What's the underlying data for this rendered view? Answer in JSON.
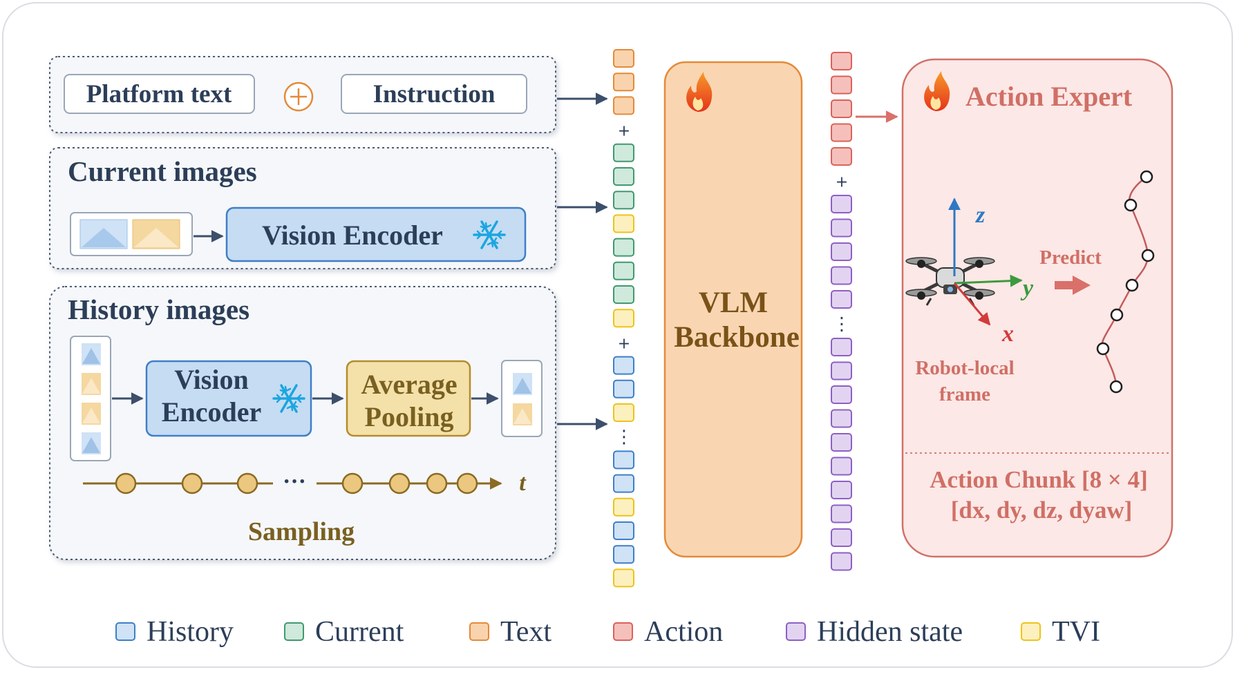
{
  "input": {
    "platform_text": "Platform text",
    "instruction": "Instruction",
    "current_images_title": "Current images",
    "history_images_title": "History images",
    "vision_encoder": "Vision Encoder",
    "vision_encoder_line1": "Vision",
    "vision_encoder_line2": "Encoder",
    "average_line1": "Average",
    "average_line2": "Pooling",
    "sampling": "Sampling",
    "timeline_axis": "t",
    "timeline_ellipsis": "···"
  },
  "tokens": {
    "plus": "+",
    "dots": "⋮",
    "input_column": [
      "text",
      "text",
      "text",
      "plus",
      "current",
      "current",
      "current",
      "tvi",
      "current",
      "current",
      "current",
      "tvi",
      "plus",
      "history",
      "history",
      "tvi",
      "dots",
      "history",
      "history",
      "tvi",
      "history",
      "history",
      "tvi"
    ],
    "output_column": [
      "action",
      "action",
      "action",
      "action",
      "action",
      "plus",
      "hidden",
      "hidden",
      "hidden",
      "hidden",
      "hidden",
      "dots",
      "hidden",
      "hidden",
      "hidden",
      "hidden",
      "hidden",
      "hidden",
      "hidden",
      "hidden",
      "hidden",
      "hidden"
    ]
  },
  "backbone": {
    "line1": "VLM",
    "line2": "Backbone"
  },
  "expert": {
    "title": "Action Expert",
    "axis_x": "x",
    "axis_y": "y",
    "axis_z": "z",
    "predict": "Predict",
    "frame_line1": "Robot-local",
    "frame_line2": "frame",
    "chunk_line1": "Action Chunk [8 × 4]",
    "chunk_line2": "[dx, dy, dz, dyaw]"
  },
  "legend": [
    {
      "key": "history",
      "label": "History"
    },
    {
      "key": "current",
      "label": "Current"
    },
    {
      "key": "text",
      "label": "Text"
    },
    {
      "key": "action",
      "label": "Action"
    },
    {
      "key": "hidden",
      "label": "Hidden state"
    },
    {
      "key": "tvi",
      "label": "TVI"
    }
  ],
  "colors": {
    "history": {
      "fill": "#cfe2f6",
      "stroke": "#3f7fc6"
    },
    "current": {
      "fill": "#cfe9dc",
      "stroke": "#3f9a6e"
    },
    "text": {
      "fill": "#f8d3ad",
      "stroke": "#e48a3a"
    },
    "action": {
      "fill": "#f5c0bb",
      "stroke": "#d9625a"
    },
    "hidden": {
      "fill": "#e2d4f1",
      "stroke": "#8e5fc4"
    },
    "tvi": {
      "fill": "#fdf0bf",
      "stroke": "#ecc41a"
    },
    "dark_navy": "#2c3e58",
    "olive": "#7a6020",
    "salmon": "#d06f66"
  }
}
